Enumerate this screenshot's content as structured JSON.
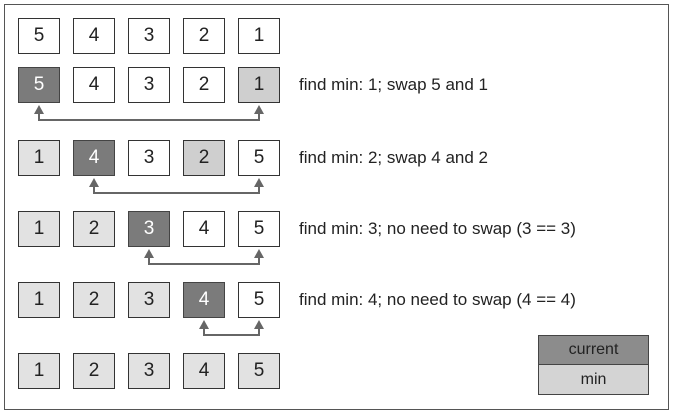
{
  "rows": [
    {
      "cells": [
        "5",
        "4",
        "3",
        "2",
        "1"
      ],
      "states": [
        "plain",
        "plain",
        "plain",
        "plain",
        "plain"
      ],
      "label": "",
      "arrow": null
    },
    {
      "cells": [
        "5",
        "4",
        "3",
        "2",
        "1"
      ],
      "states": [
        "current",
        "plain",
        "plain",
        "plain",
        "min"
      ],
      "label": "find min: 1; swap 5 and 1",
      "arrow": [
        0,
        4
      ]
    },
    {
      "cells": [
        "1",
        "4",
        "3",
        "2",
        "5"
      ],
      "states": [
        "done",
        "current",
        "plain",
        "min",
        "plain"
      ],
      "label": "find min: 2; swap 4 and 2",
      "arrow": [
        1,
        4
      ]
    },
    {
      "cells": [
        "1",
        "2",
        "3",
        "4",
        "5"
      ],
      "states": [
        "done",
        "done",
        "current",
        "plain",
        "plain"
      ],
      "label": "find min: 3; no need to swap (3 == 3)",
      "arrow": [
        2,
        4
      ]
    },
    {
      "cells": [
        "1",
        "2",
        "3",
        "4",
        "5"
      ],
      "states": [
        "done",
        "done",
        "done",
        "current",
        "plain"
      ],
      "label": "find min: 4; no need to swap (4 == 4)",
      "arrow": [
        3,
        4
      ]
    },
    {
      "cells": [
        "1",
        "2",
        "3",
        "4",
        "5"
      ],
      "states": [
        "done",
        "done",
        "done",
        "done",
        "done"
      ],
      "label": "",
      "arrow": null
    }
  ],
  "legend": {
    "current_label": "current",
    "min_label": "min"
  },
  "colors": {
    "current": "#7b7b7b",
    "min": "#cfcfcf",
    "done": "#e2e2e2",
    "arrow": "#666666"
  }
}
